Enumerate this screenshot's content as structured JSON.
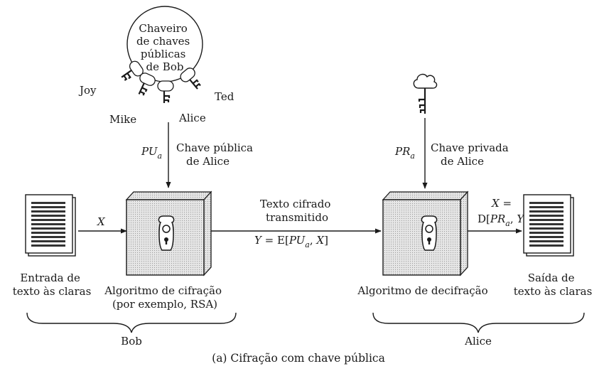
{
  "keyring": {
    "title_lines": [
      "Chaveiro",
      "de chaves",
      "públicas",
      "de Bob"
    ],
    "keys": [
      "Joy",
      "Mike",
      "Alice",
      "Ted"
    ]
  },
  "public_key": {
    "symbol_main": "PU",
    "symbol_sub": "a",
    "label_lines": [
      "Chave pública",
      "de Alice"
    ]
  },
  "private_key": {
    "symbol_main": "PR",
    "symbol_sub": "a",
    "label_lines": [
      "Chave privada",
      "de Alice"
    ]
  },
  "plaintext_input": {
    "arrow_label": "X",
    "caption_lines": [
      "Entrada de",
      "texto às claras"
    ]
  },
  "encrypt": {
    "caption_lines": [
      "Algoritmo de cifração",
      "(por exemplo, RSA)"
    ]
  },
  "ciphertext": {
    "label_lines": [
      "Texto cifrado",
      "transmitido"
    ],
    "formula_parts": [
      "Y",
      " = E[",
      "PU",
      "a",
      ", ",
      "X",
      "]"
    ]
  },
  "decrypt": {
    "caption": "Algoritmo de decifração"
  },
  "output": {
    "formula_line1_parts": [
      "X",
      " ="
    ],
    "formula_line2_parts": [
      "D[",
      "PR",
      "a",
      ", ",
      "Y",
      "]"
    ],
    "caption_lines": [
      "Saída de",
      "texto às claras"
    ]
  },
  "groups": {
    "bob": "Bob",
    "alice": "Alice"
  },
  "figure_caption": "(a) Cifração com chave pública"
}
